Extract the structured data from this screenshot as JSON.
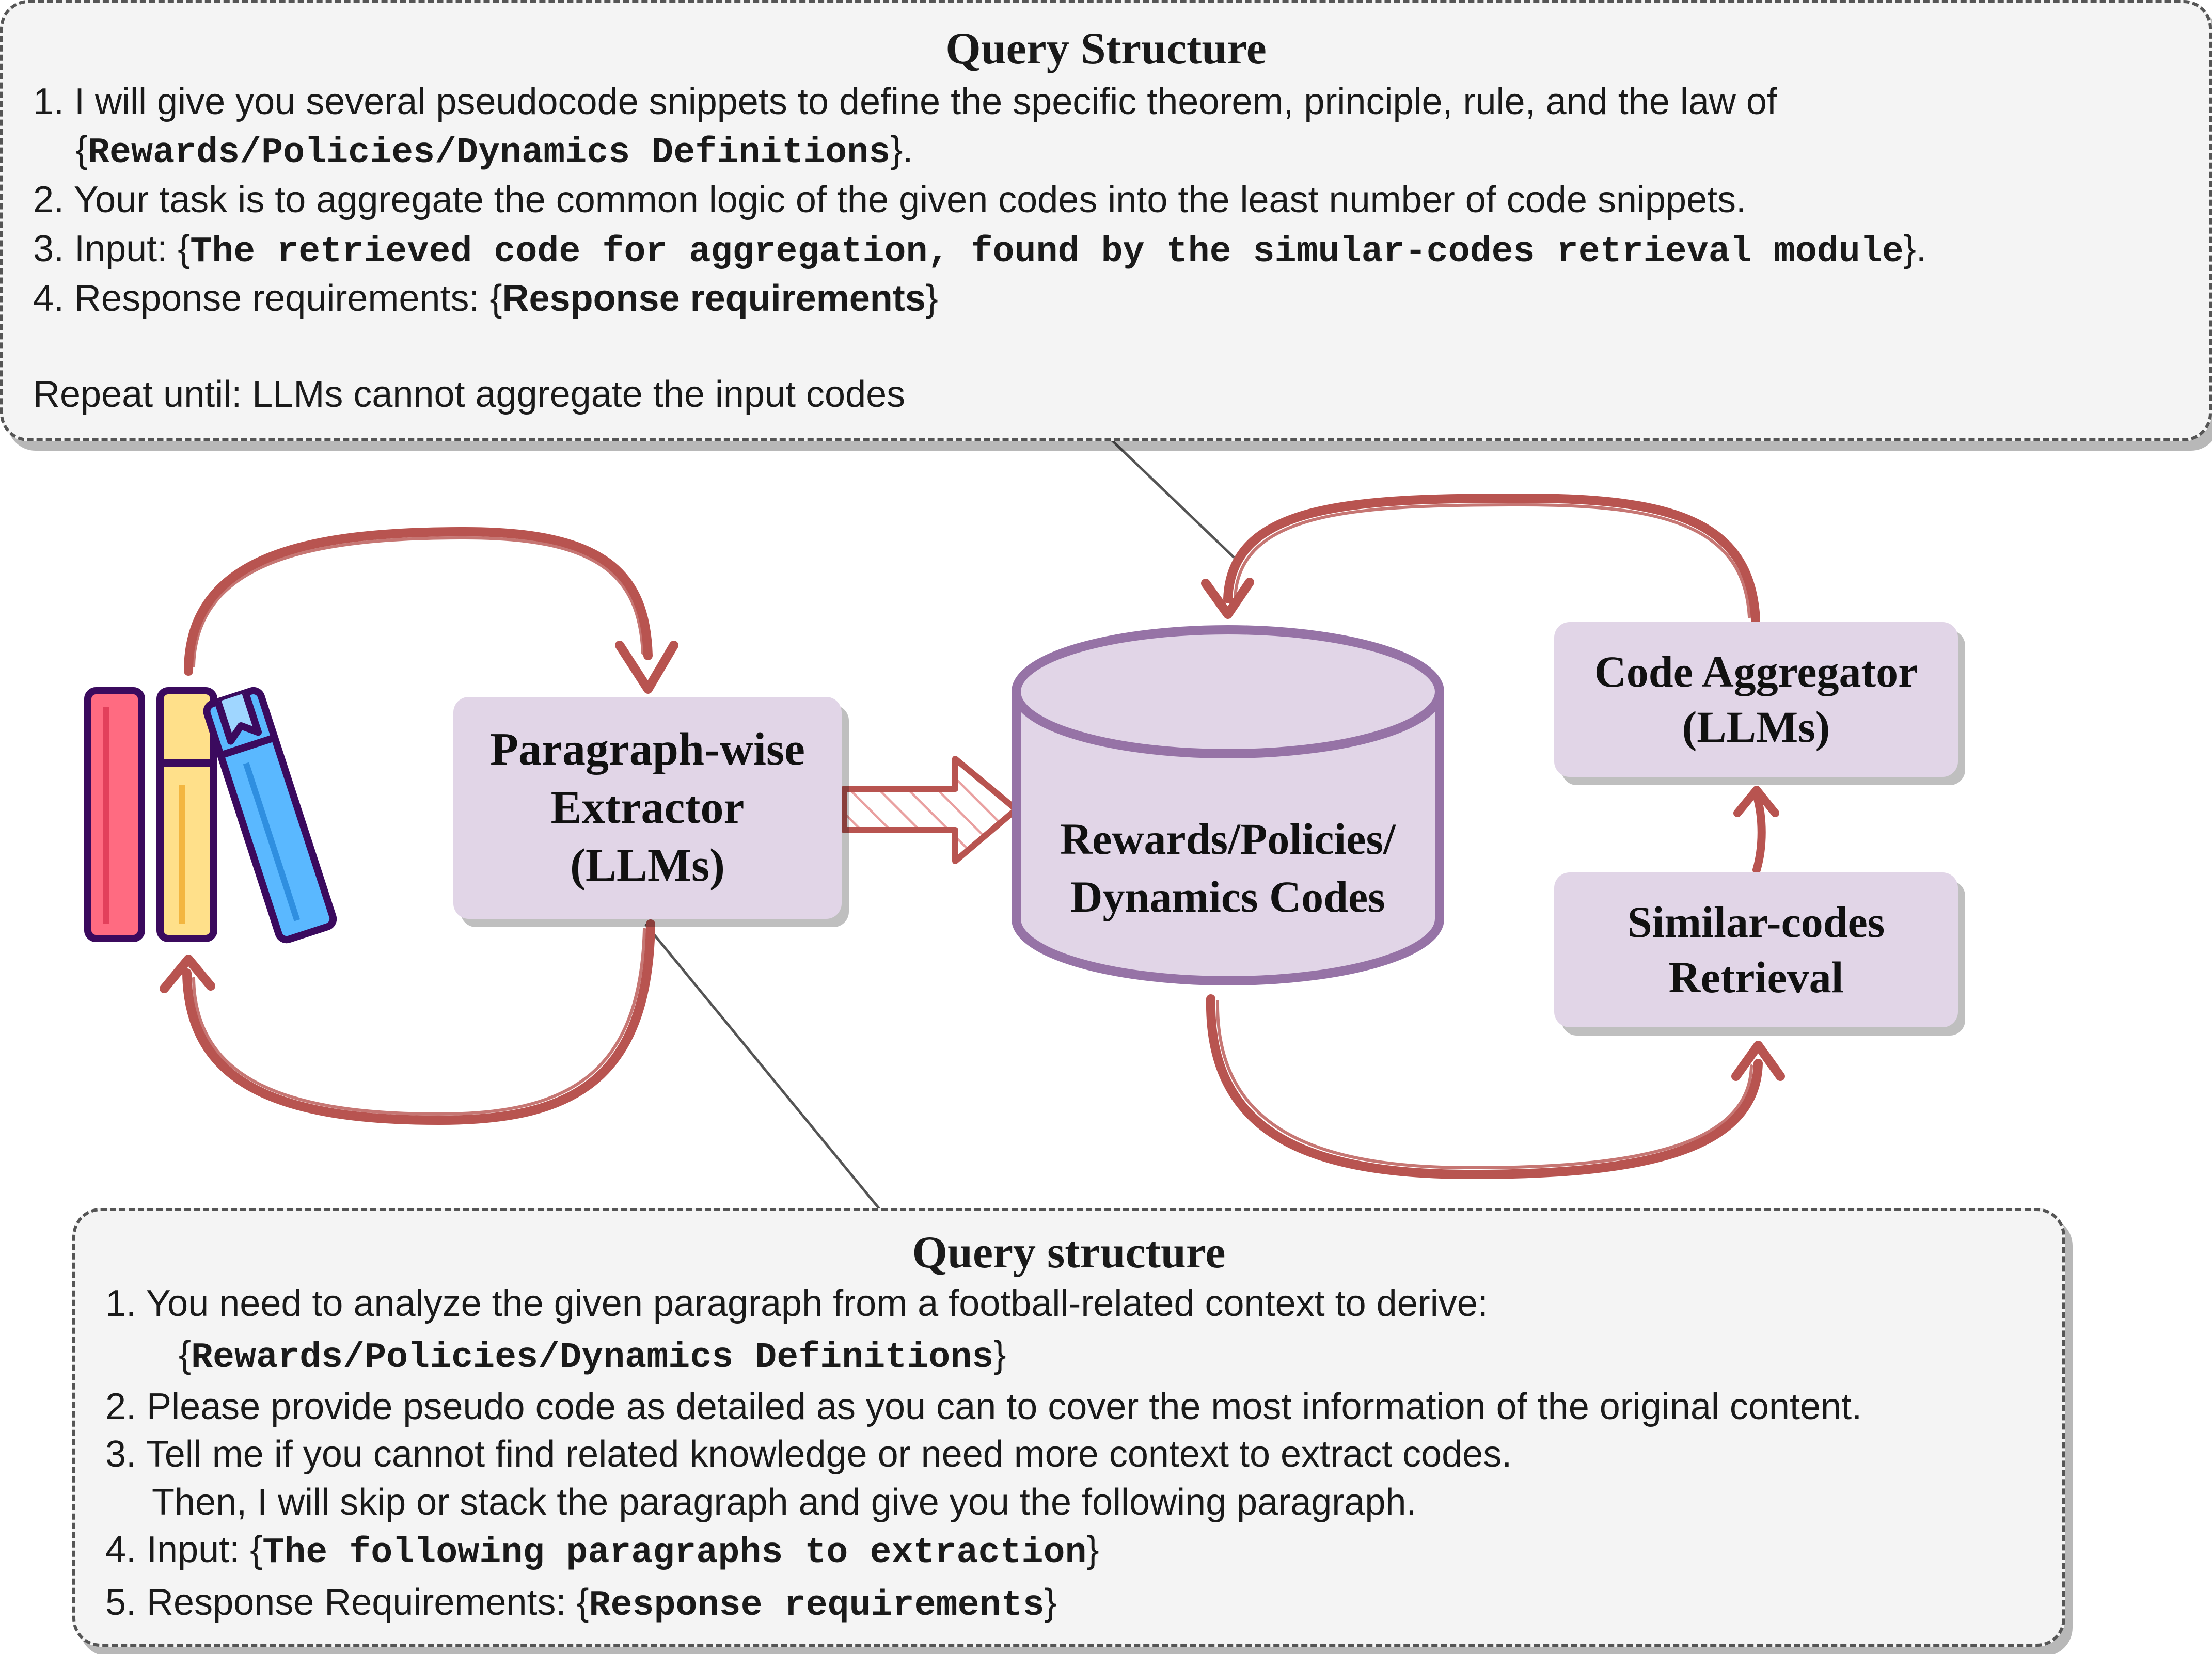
{
  "top_query": {
    "title": "Query Structure",
    "line1": "1. I will give you several pseudocode snippets to define the specific theorem, principle, rule, and the law of",
    "line2_open": "{",
    "line2_mono": "Rewards/Policies/Dynamics Definitions",
    "line2_close": "}.",
    "line3": "2. Your task is to aggregate the common logic of the given codes into the least number of code snippets.",
    "line4_prefix": "3. Input: {",
    "line4_mono": "The retrieved code for aggregation, found by the simular-codes retrieval module",
    "line4_close": "}.",
    "line5_prefix": "4. Response requirements: {",
    "line5_bold": "Response requirements",
    "line5_close": "}",
    "repeat": "Repeat until: LLMs cannot aggregate the input codes"
  },
  "bottom_query": {
    "title": "Query structure",
    "line1": "1. You need to analyze the given paragraph from a football-related context to derive:",
    "line2_open": "{",
    "line2_mono": "Rewards/Policies/Dynamics Definitions",
    "line2_close": "}",
    "line3": "2. Please provide pseudo code as detailed as you can to cover the most information of the original content.",
    "line4": "3. Tell me if you cannot find related knowledge or need more context to extract codes.",
    "line5": "Then, I will skip or stack the paragraph and give you the following paragraph.",
    "line6_prefix": "4. Input: {",
    "line6_mono": "The following paragraphs to extraction",
    "line6_close": "}",
    "line7_prefix": "5. Response Requirements: {",
    "line7_mono": "Response requirements",
    "line7_close": "}"
  },
  "nodes": {
    "extractor": [
      "Paragraph-wise",
      "Extractor",
      "(LLMs)"
    ],
    "database": [
      "Rewards/Policies/",
      "Dynamics Codes"
    ],
    "aggregator": [
      "Code Aggregator",
      "(LLMs)"
    ],
    "retrieval": [
      "Similar-codes",
      "Retrieval"
    ]
  },
  "colors": {
    "arrow": "#b85450",
    "node_fill": "#e1d5e7",
    "db_stroke": "#9673a6",
    "box_fill": "#f4f4f4",
    "book_red": "#ff6b81",
    "book_yellow": "#ffe08a",
    "book_blue": "#5ab8ff",
    "book_outline": "#3b0a5e"
  },
  "icons": [
    "books-icon"
  ]
}
